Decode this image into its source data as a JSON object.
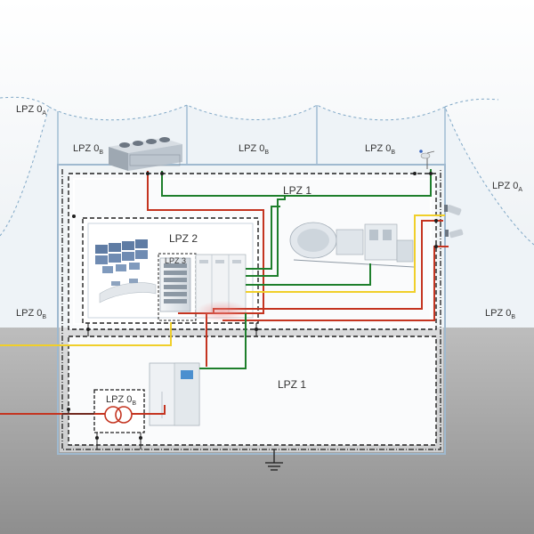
{
  "zones": {
    "lpz0a": {
      "name": "LPZ 0",
      "sub": "A"
    },
    "lpz0b": {
      "name": "LPZ 0",
      "sub": "B"
    },
    "lpz1": "LPZ 1",
    "lpz2": "LPZ 2",
    "lpz3": "LPZ 3"
  },
  "colors": {
    "background": "#ffffff",
    "ground": "#a6a6a6",
    "lightning_mesh": "#7fa7c6",
    "building_edge": "#9fb9cf",
    "shield_dashed": "#1e1e1e",
    "red_line": "#c43420",
    "green_line": "#1e7f2c",
    "yellow_line": "#f0cf2a"
  },
  "icons": {
    "roof_unit": "hvac-rooftop-unit-icon",
    "weather_sensor": "weather-station-icon",
    "camera": "cctv-camera-icon",
    "control_room": "control-room-monitors-icon",
    "machinery": "production-line-icon",
    "server_rack": "server-rack-icon",
    "switchgear": "switchgear-cabinet-icon",
    "transformer": "transformer-icon",
    "earth": "earth-ground-icon"
  }
}
